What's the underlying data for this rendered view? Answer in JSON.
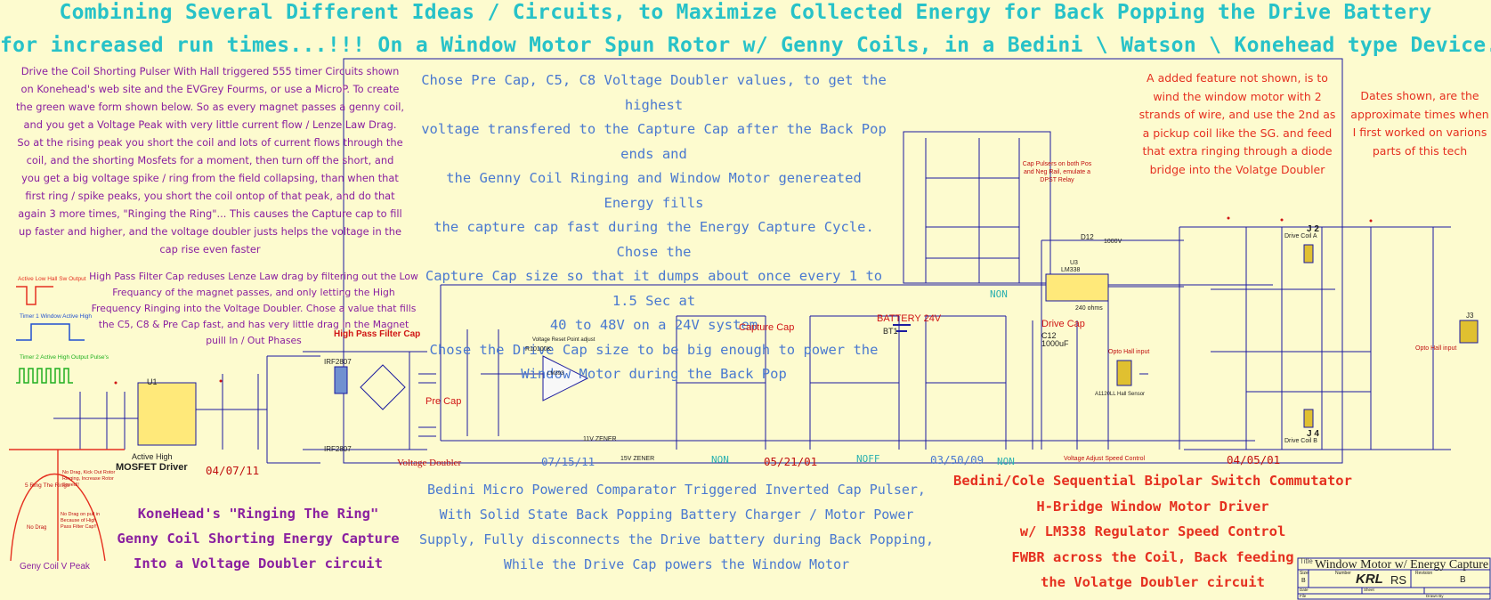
{
  "title": {
    "line1": "Combining Several Different Ideas / Circuits, to Maximize Collected Energy for Back Popping the Drive Battery",
    "line2": "for increased run times...!!! On a Window Motor Spun Rotor w/ Genny Coils, in a Bedini \\ Watson \\ Konehead type Device..."
  },
  "left_text": [
    "Drive the Coil Shorting Pulser With Hall triggered 555 timer Circuits shown",
    "on Konehead's web site and the EVGrey Fourms, or use a MicroP.  To create",
    "the green wave form shown below. So as every magnet passes a genny coil,",
    "and you get a Voltage Peak with very little current flow / Lenze Law Drag.",
    "So at the rising peak you short the coil and lots of current flows through the",
    "coil,  and the shorting Mosfets for a moment, then turn off the short, and",
    "you get a big voltage spike / ring from the field collapsing, than when that",
    "first ring / spike peaks, you short the coil ontop of that peak, and do that",
    "again 3 more times,  \"Ringing the Ring\"... This causes the Capture cap to fill",
    "up faster and higher, and the voltage doubler justs helps the voltage in the",
    "cap rise even faster"
  ],
  "high_pass_text": [
    "High Pass Filter Cap reduses Lenze Law drag by filtering out the Low",
    "Frequancy of the magnet passes, and only letting the High",
    "Frequency Ringing into the Voltage Doubler. Chose a value that fills",
    "the C5, C8  & Pre Cap fast, and has very little drag in the Magnet",
    "puill In / Out Phases"
  ],
  "center_text": [
    "Chose Pre Cap, C5, C8 Voltage Doubler values, to get the highest",
    "voltage transfered to the Capture Cap after the Back Pop ends and",
    "the Genny Coil Ringing and Window Motor genereated Energy fills",
    "the capture cap fast during the Energy Capture Cycle. Chose the",
    "Capture Cap size so that it dumps about once every 1 to 1.5 Sec at",
    "40 to 48V on a 24V system",
    "Chose the Drive Cap size to be big enough to power the",
    "Window Motor during the Back Pop"
  ],
  "right_red_text": [
    "A added feature not shown,  is to",
    "wind the window motor with 2",
    "strands of wire, and use the 2nd as",
    "a pickup coil like the SG. and feed",
    "that extra ringing through a diode",
    "bridge into the Volatge Doubler"
  ],
  "dates_note": [
    "Dates shown, are the",
    "approximate times when",
    "I first worked on varions",
    "parts of this tech"
  ],
  "bottom_left": [
    "KoneHead's  \"Ringing The Ring\"",
    "Genny Coil Shorting Energy Capture",
    "Into a Voltage Doubler circuit"
  ],
  "bottom_center": [
    "Bedini Micro Powered Comparator Triggered Inverted Cap Pulser,",
    "With Solid State Back Popping Battery Charger / Motor Power",
    "Supply, Fully disconnects the Drive battery during Back Popping,",
    "While the Drive Cap powers the Window Motor"
  ],
  "bottom_right": [
    "Bedini/Cole Sequential Bipolar Switch Commutator",
    "H-Bridge Window Motor Driver",
    "w/ LM338 Regulator Speed Control",
    "FWBR across the Coil, Back feeding",
    "the Volatge Doubler circuit"
  ],
  "waveforms": {
    "red_label": "Active Low Hall Sw Output",
    "blue_label": "Timer 1 Window Active High",
    "green_label": "Timer 2 Active High Output Pulse's",
    "colors": {
      "red": "#e53020",
      "blue": "#2050d0",
      "green": "#20b020"
    }
  },
  "peak_diagram": {
    "title": "Geny Coil V Peak",
    "ring_label": "5 Ring The Rings",
    "kick_label": "No Drag, Kick Out Rotor Ringing, Increase Rotor Speed!!",
    "no_drag_label": "No Drag on pull in Because of High Pass Filter Cap!!",
    "no_drag2": "No Drag"
  },
  "dates": {
    "d1": "04/07/11",
    "d2": "07/15/11",
    "d3": "05/21/01",
    "d4": "03/50/09",
    "d5": "04/05/01"
  },
  "labels": {
    "mosfet_driver_1": "Active High",
    "mosfet_driver_2": "MOSFET Driver",
    "voltage_doubler": "Voltage Doubler",
    "high_pass": "High Pass Filter Cap",
    "pre_cap": "Pre Cap",
    "capture_cap": "Capture Cap",
    "battery": "BATTERY 24V",
    "bt1": "BT1",
    "drive_cap": "Drive Cap",
    "non1": "NON",
    "non2": "NON",
    "non3": "NON",
    "noff": "NOFF",
    "cap_pulsers": "Cap Pulsers on both Pos and Neg Rail, emulate a DPST Relay",
    "opto_hall": "Opto Hall input",
    "opto_hall2": "Opto Hall input",
    "voltage_adjust": "Voltage Adjust Speed Control",
    "lm338": "LM338",
    "u3": "U3",
    "ohm240": "240 ohms",
    "drive_coil_a": "Drive Coil A",
    "drive_coil_b": "Drive Coil B",
    "j2": "J 2",
    "j4": "J 4",
    "j3": "J3",
    "d12": "D12",
    "v1000": "1000V",
    "u1": "U1",
    "c12": "C12",
    "c12v": "1000uF",
    "comparator": "Voltage Reset Point adjust",
    "r10": "R10100K",
    "lm393": "LM393",
    "v11zener": "11V ZENER",
    "v15zener": "15V ZENER",
    "irf2807": "IRF2807",
    "irf2807b": "IRF2807",
    "a1120": "A1120LL Hall Sensor"
  },
  "title_block": {
    "title": "Window Motor w/ Energy Capture",
    "size_label": "Size",
    "size": "B",
    "number_label": "Number",
    "number": "KRL",
    "rs": "RS",
    "revision_label": "Revision",
    "revision": "B",
    "date_label": "Date",
    "sheet_label": "Sheet",
    "file_label": "File",
    "drawn_label": "Drawn By"
  }
}
